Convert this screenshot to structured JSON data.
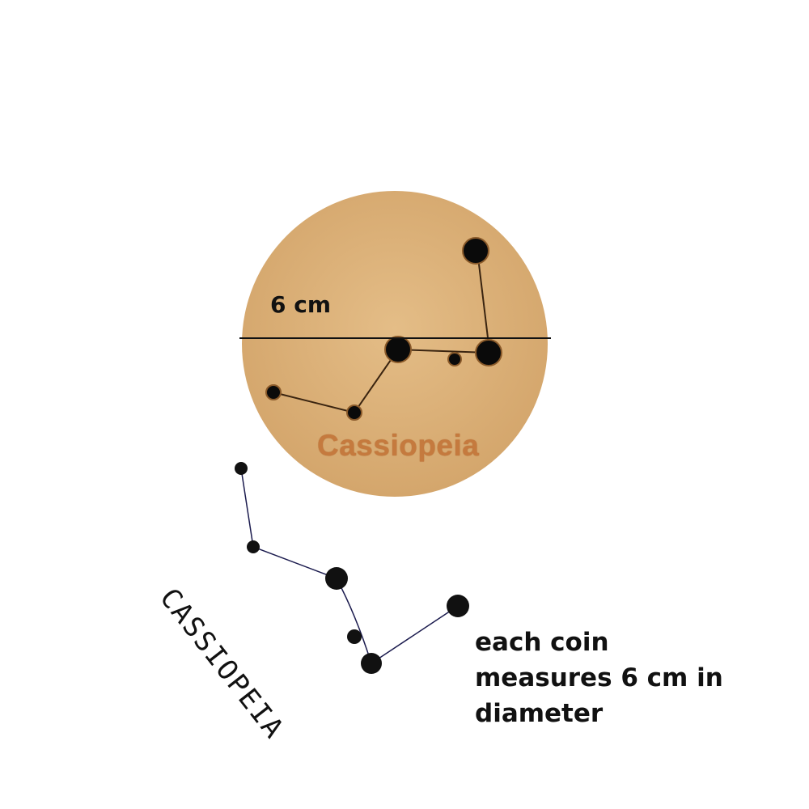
{
  "coin": {
    "diameter_label": "6 cm",
    "engraved_name": "Cassiopeia",
    "wood_color": "#ddb37c",
    "engrave_color": "#c57a3e"
  },
  "drawing": {
    "handwritten_label": "CASSIOPEIA",
    "ink_color": "#1b1b4e"
  },
  "caption": {
    "line1": "each coin",
    "line2": "measures 6 cm in",
    "line3": "diameter"
  }
}
